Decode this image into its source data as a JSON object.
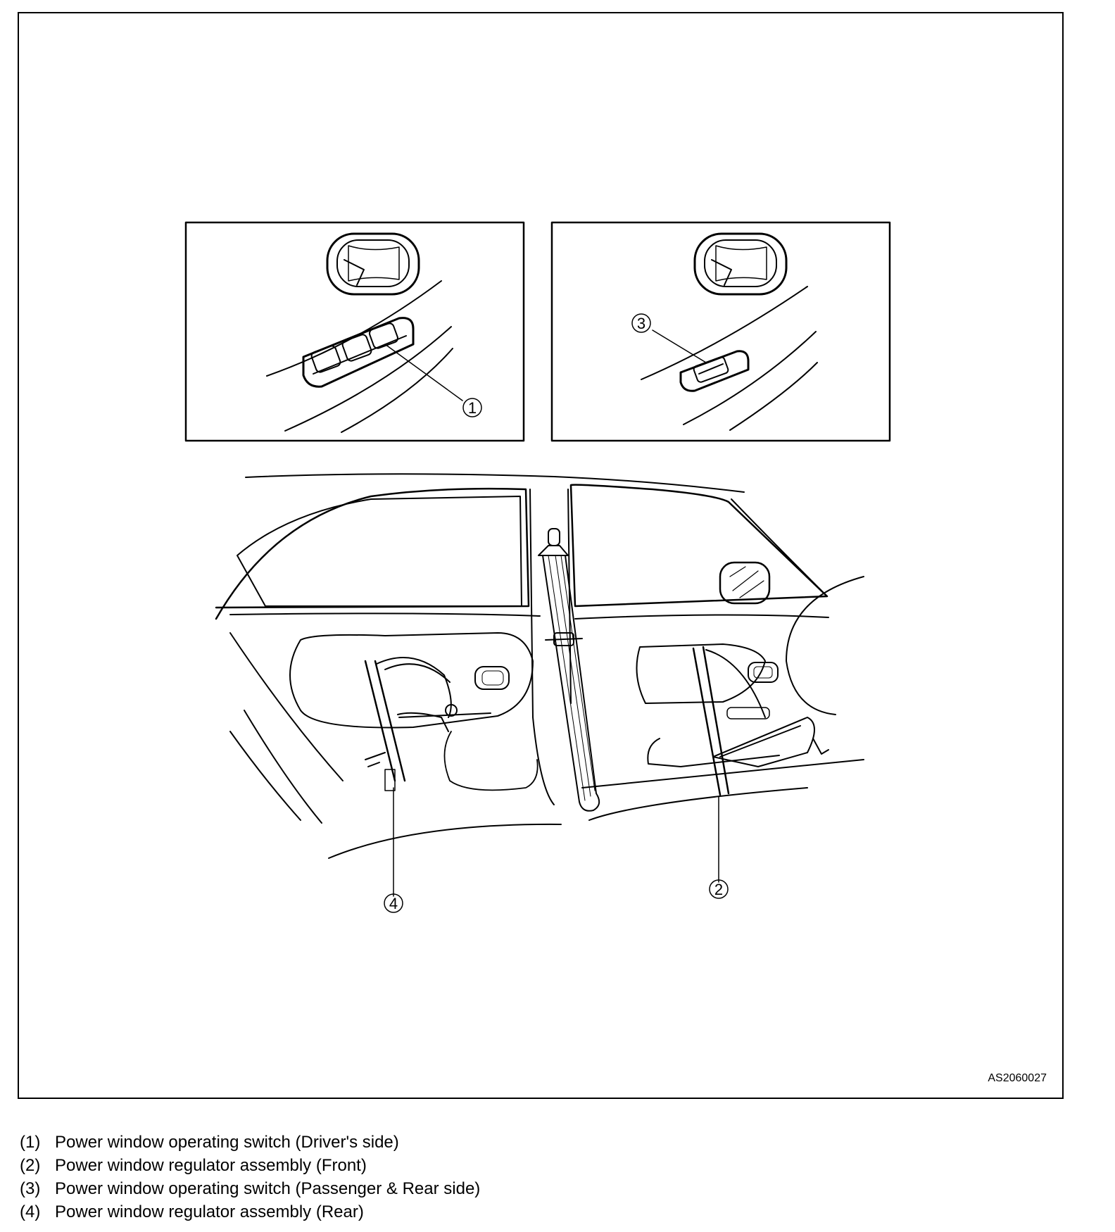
{
  "figure": {
    "code": "AS2060027",
    "callouts": [
      "1",
      "2",
      "3",
      "4"
    ]
  },
  "legend": [
    {
      "num": "(1)",
      "text": "Power window operating switch (Driver's side)"
    },
    {
      "num": "(2)",
      "text": "Power window regulator assembly (Front)"
    },
    {
      "num": "(3)",
      "text": "Power window operating switch (Passenger & Rear side)"
    },
    {
      "num": "(4)",
      "text": "Power window regulator assembly (Rear)"
    }
  ]
}
